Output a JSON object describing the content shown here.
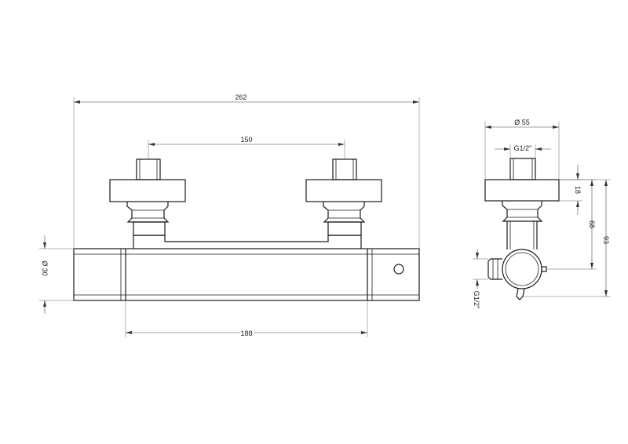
{
  "front_view": {
    "overall_length": "262",
    "inlet_spacing": "150",
    "body_length": "188",
    "body_diameter": "Ø 30"
  },
  "side_view": {
    "nut_diameter": "Ø 55",
    "thread_top": "G1/2\"",
    "nut_height": "18",
    "height_to_axis": "68",
    "total_height": "93",
    "outlet_thread": "G1/2\""
  }
}
